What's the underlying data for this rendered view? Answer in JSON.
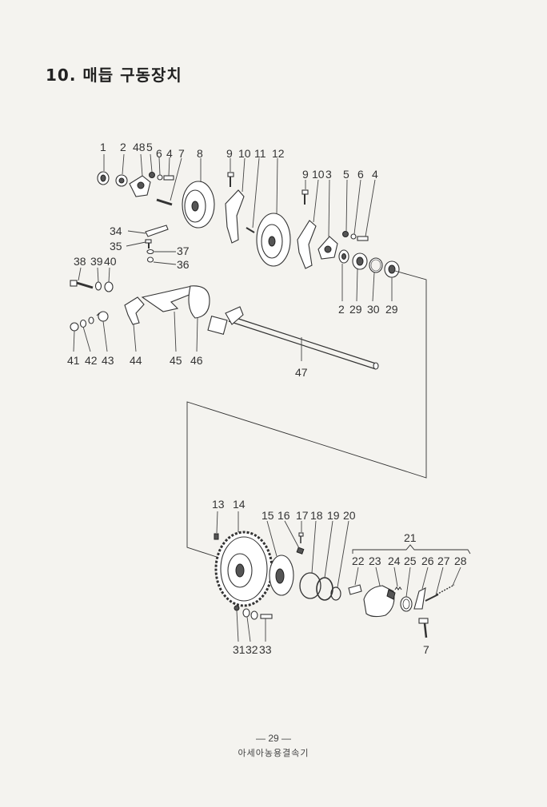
{
  "page": {
    "title": "10. 매듭 구동장치",
    "page_number": "— 29 —",
    "footer": "아세아농용결속기"
  },
  "part_labels": {
    "top_left": [
      "1",
      "2",
      "48",
      "5",
      "6",
      "4",
      "7",
      "8"
    ],
    "top_mid": [
      "9",
      "10",
      "11",
      "12"
    ],
    "top_right": [
      "9",
      "10",
      "3",
      "5",
      "6",
      "4"
    ],
    "left_side": [
      "34",
      "35",
      "37",
      "36",
      "38",
      "39",
      "40"
    ],
    "right_bottom": [
      "2",
      "29",
      "30",
      "29"
    ],
    "left_bottom": [
      "41",
      "42",
      "43",
      "44",
      "45",
      "46"
    ],
    "shaft": "47",
    "lower_row": [
      "13",
      "14",
      "15",
      "16",
      "17",
      "18",
      "19",
      "20"
    ],
    "group_label": "21",
    "group_parts": [
      "22",
      "23",
      "24",
      "25",
      "26",
      "27",
      "28"
    ],
    "lower_bottom": [
      "31",
      "32",
      "33"
    ],
    "lower_right": "7"
  }
}
